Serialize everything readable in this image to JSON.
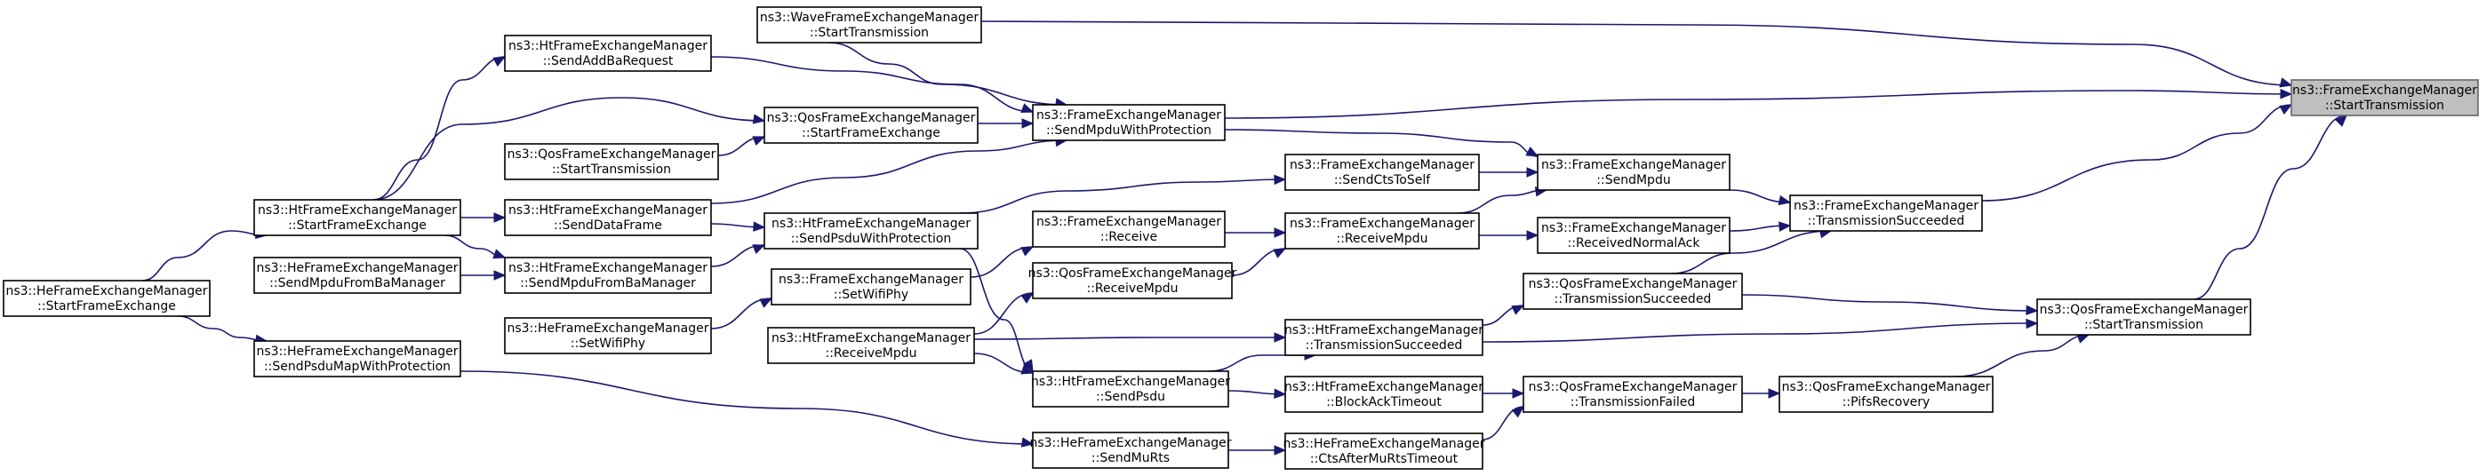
{
  "graph": {
    "nodes": [
      {
        "id": "feStart",
        "l1": "ns3::FrameExchangeManager",
        "l2": "::StartTransmission",
        "root": true
      },
      {
        "id": "waveStart",
        "l1": "ns3::WaveFrameExchangeManager",
        "l2": "::StartTransmission"
      },
      {
        "id": "htSendAddBa",
        "l1": "ns3::HtFrameExchangeManager",
        "l2": "::SendAddBaRequest"
      },
      {
        "id": "feSendMpduProt",
        "l1": "ns3::FrameExchangeManager",
        "l2": "::SendMpduWithProtection"
      },
      {
        "id": "qosStartFE",
        "l1": "ns3::QosFrameExchangeManager",
        "l2": "::StartFrameExchange"
      },
      {
        "id": "qosStartTx2",
        "l1": "ns3::QosFrameExchangeManager",
        "l2": "::StartTransmission"
      },
      {
        "id": "htStartFE",
        "l1": "ns3::HtFrameExchangeManager",
        "l2": "::StartFrameExchange"
      },
      {
        "id": "htSendData",
        "l1": "ns3::HtFrameExchangeManager",
        "l2": "::SendDataFrame"
      },
      {
        "id": "feSendCts",
        "l1": "ns3::FrameExchangeManager",
        "l2": "::SendCtsToSelf"
      },
      {
        "id": "feSendMpdu",
        "l1": "ns3::FrameExchangeManager",
        "l2": "::SendMpdu"
      },
      {
        "id": "feTxSucc",
        "l1": "ns3::FrameExchangeManager",
        "l2": "::TransmissionSucceeded"
      },
      {
        "id": "htSendPsduProt",
        "l1": "ns3::HtFrameExchangeManager",
        "l2": "::SendPsduWithProtection"
      },
      {
        "id": "feReceive",
        "l1": "ns3::FrameExchangeManager",
        "l2": "::Receive"
      },
      {
        "id": "feRecvMpdu",
        "l1": "ns3::FrameExchangeManager",
        "l2": "::ReceiveMpdu"
      },
      {
        "id": "feRecvNormAck",
        "l1": "ns3::FrameExchangeManager",
        "l2": "::ReceivedNormalAck"
      },
      {
        "id": "heSendMpduFromBa",
        "l1": "ns3::HeFrameExchangeManager",
        "l2": "::SendMpduFromBaManager"
      },
      {
        "id": "htSendMpduFromBa",
        "l1": "ns3::HtFrameExchangeManager",
        "l2": "::SendMpduFromBaManager"
      },
      {
        "id": "heStartFE",
        "l1": "ns3::HeFrameExchangeManager",
        "l2": "::StartFrameExchange"
      },
      {
        "id": "feSetWifiPhy",
        "l1": "ns3::FrameExchangeManager",
        "l2": "::SetWifiPhy"
      },
      {
        "id": "qosRecvMpdu",
        "l1": "ns3::QosFrameExchangeManager",
        "l2": "::ReceiveMpdu"
      },
      {
        "id": "qosTxSucc",
        "l1": "ns3::QosFrameExchangeManager",
        "l2": "::TransmissionSucceeded"
      },
      {
        "id": "qosStartTx",
        "l1": "ns3::QosFrameExchangeManager",
        "l2": "::StartTransmission"
      },
      {
        "id": "heSetWifiPhy",
        "l1": "ns3::HeFrameExchangeManager",
        "l2": "::SetWifiPhy"
      },
      {
        "id": "htRecvMpdu",
        "l1": "ns3::HtFrameExchangeManager",
        "l2": "::ReceiveMpdu"
      },
      {
        "id": "htTxSucc",
        "l1": "ns3::HtFrameExchangeManager",
        "l2": "::TransmissionSucceeded"
      },
      {
        "id": "heSendPsduMap",
        "l1": "ns3::HeFrameExchangeManager",
        "l2": "::SendPsduMapWithProtection"
      },
      {
        "id": "htSendPsdu",
        "l1": "ns3::HtFrameExchangeManager",
        "l2": "::SendPsdu"
      },
      {
        "id": "htBlockAckTO",
        "l1": "ns3::HtFrameExchangeManager",
        "l2": "::BlockAckTimeout"
      },
      {
        "id": "qosTxFailed",
        "l1": "ns3::QosFrameExchangeManager",
        "l2": "::TransmissionFailed"
      },
      {
        "id": "qosPifs",
        "l1": "ns3::QosFrameExchangeManager",
        "l2": "::PifsRecovery"
      },
      {
        "id": "heSendMuRts",
        "l1": "ns3::HeFrameExchangeManager",
        "l2": "::SendMuRts"
      },
      {
        "id": "heCtsAfterMuRts",
        "l1": "ns3::HeFrameExchangeManager",
        "l2": "::CtsAfterMuRtsTimeout"
      }
    ],
    "edges": [
      {
        "from": "waveStart",
        "to": "feStart"
      },
      {
        "from": "feSendMpduProt",
        "to": "feStart"
      },
      {
        "from": "feTxSucc",
        "to": "feStart"
      },
      {
        "from": "qosStartTx",
        "to": "feStart"
      },
      {
        "from": "waveStart",
        "to": "feSendMpduProt"
      },
      {
        "from": "htSendAddBa",
        "to": "feSendMpduProt"
      },
      {
        "from": "qosStartFE",
        "to": "feSendMpduProt"
      },
      {
        "from": "htSendData",
        "to": "feSendMpduProt"
      },
      {
        "from": "htStartFE",
        "to": "htSendAddBa"
      },
      {
        "from": "htStartFE",
        "to": "qosStartFE"
      },
      {
        "from": "qosStartTx2",
        "to": "qosStartFE"
      },
      {
        "from": "htStartFE",
        "to": "htSendData"
      },
      {
        "from": "htStartFE",
        "to": "htSendMpduFromBa"
      },
      {
        "from": "heStartFE",
        "to": "htStartFE"
      },
      {
        "from": "heStartFE",
        "to": "heSendPsduMap"
      },
      {
        "from": "heSendMpduFromBa",
        "to": "htSendMpduFromBa"
      },
      {
        "from": "feSendMpduProt",
        "to": "feSendMpdu"
      },
      {
        "from": "feSendCts",
        "to": "feSendMpdu"
      },
      {
        "from": "feRecvMpdu",
        "to": "feSendMpdu"
      },
      {
        "from": "htSendPsduProt",
        "to": "feSendCts"
      },
      {
        "from": "feSendMpdu",
        "to": "feTxSucc"
      },
      {
        "from": "feRecvNormAck",
        "to": "feTxSucc"
      },
      {
        "from": "qosTxSucc",
        "to": "feTxSucc"
      },
      {
        "from": "feRecvMpdu",
        "to": "feRecvNormAck"
      },
      {
        "from": "feReceive",
        "to": "feRecvMpdu"
      },
      {
        "from": "qosRecvMpdu",
        "to": "feRecvMpdu"
      },
      {
        "from": "feSetWifiPhy",
        "to": "feReceive"
      },
      {
        "from": "htRecvMpdu",
        "to": "qosRecvMpdu"
      },
      {
        "from": "heSetWifiPhy",
        "to": "feSetWifiPhy"
      },
      {
        "from": "htSendData",
        "to": "htSendPsduProt"
      },
      {
        "from": "htSendMpduFromBa",
        "to": "htSendPsduProt"
      },
      {
        "from": "htSendPsduProt",
        "to": "htSendPsdu"
      },
      {
        "from": "htRecvMpdu",
        "to": "htSendPsdu"
      },
      {
        "from": "htRecvMpdu",
        "to": "htTxSucc"
      },
      {
        "from": "htSendPsdu",
        "to": "htTxSucc"
      },
      {
        "from": "htTxSucc",
        "to": "qosTxSucc"
      },
      {
        "from": "qosTxSucc",
        "to": "qosStartTx"
      },
      {
        "from": "htTxSucc",
        "to": "qosStartTx"
      },
      {
        "from": "qosPifs",
        "to": "qosStartTx"
      },
      {
        "from": "htSendPsdu",
        "to": "htBlockAckTO"
      },
      {
        "from": "htBlockAckTO",
        "to": "qosTxFailed"
      },
      {
        "from": "heCtsAfterMuRts",
        "to": "qosTxFailed"
      },
      {
        "from": "qosTxFailed",
        "to": "qosPifs"
      },
      {
        "from": "heSendMuRts",
        "to": "heCtsAfterMuRts"
      },
      {
        "from": "heSendPsduMap",
        "to": "heSendMuRts"
      }
    ]
  }
}
